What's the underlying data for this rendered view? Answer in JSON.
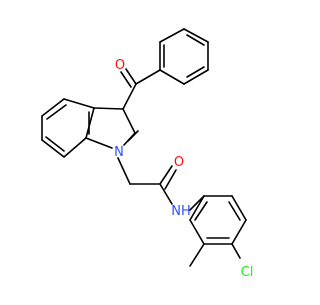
{
  "molecule": {
    "atoms": [
      {
        "id": "o-carbonyl-benzoyl",
        "label": "O",
        "color": "#ff0d0d"
      },
      {
        "id": "n-indole",
        "label": "N",
        "color": "#3050f8"
      },
      {
        "id": "o-amide",
        "label": "O",
        "color": "#ff0d0d"
      },
      {
        "id": "nh-amide",
        "label": "NH",
        "color": "#3050f8"
      },
      {
        "id": "cl",
        "label": "Cl",
        "color": "#1ff01f"
      }
    ],
    "bond_color": "#000000",
    "background": "#ffffff"
  }
}
